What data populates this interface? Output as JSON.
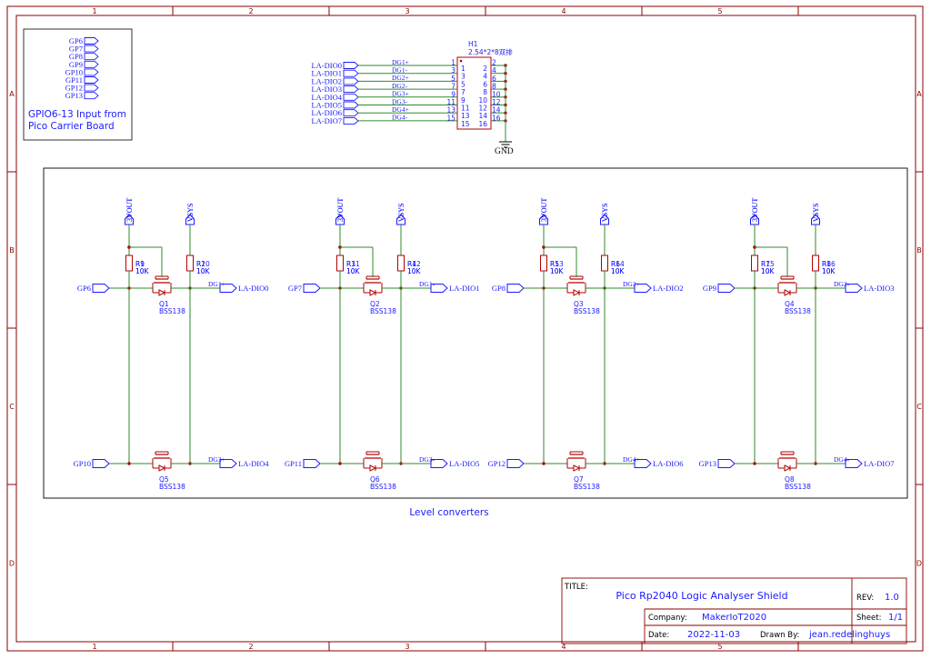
{
  "border": {
    "columns": [
      "1",
      "2",
      "3",
      "4",
      "5"
    ],
    "rows": [
      "A",
      "B",
      "C",
      "D"
    ]
  },
  "input_box": {
    "ports": [
      "GP6",
      "GP7",
      "GP8",
      "GP9",
      "GP10",
      "GP11",
      "GP12",
      "GP13"
    ],
    "note_line1": "GPIO6-13 Input from",
    "note_line2": "Pico Carrier Board"
  },
  "connector": {
    "ref": "H1",
    "value": "2.54*2*8双排",
    "gnd_label": "GND",
    "left_ports": [
      "LA-DIO0",
      "LA-DIO1",
      "LA-DIO2",
      "LA-DIO3",
      "LA-DIO4",
      "LA-DIO5",
      "LA-DIO6",
      "LA-DIO7"
    ],
    "net_labels": [
      "DG1+",
      "DG1-",
      "DG2+",
      "DG2-",
      "DG3+",
      "DG3-",
      "DG4+",
      "DG4-"
    ],
    "odd_pins": [
      "1",
      "3",
      "5",
      "7",
      "9",
      "11",
      "13",
      "15"
    ],
    "inner_left": [
      "1",
      "3",
      "5",
      "7",
      "9",
      "11",
      "13",
      "15"
    ],
    "inner_right": [
      "2",
      "4",
      "6",
      "8",
      "10",
      "12",
      "14",
      "16"
    ],
    "even_pins": [
      "2",
      "4",
      "6",
      "8",
      "10",
      "12",
      "14",
      "16"
    ]
  },
  "level_converters": {
    "title": "Level converters",
    "supply_a": "3VOUT",
    "supply_b": "VSYS",
    "mosfet_value": "BSS138",
    "channels": [
      {
        "gp": "GP6",
        "r1": "R1",
        "r1v": "10K",
        "r2": "R2",
        "r2v": "10K",
        "q": "Q1",
        "dg": "DG1+",
        "out": "LA-DIO0"
      },
      {
        "gp": "GP7",
        "r1": "R3",
        "r1v": "10K",
        "r2": "R4",
        "r2v": "10K",
        "q": "Q2",
        "dg": "DG1-",
        "out": "LA-DIO1"
      },
      {
        "gp": "GP8",
        "r1": "R5",
        "r1v": "10K",
        "r2": "R6",
        "r2v": "10K",
        "q": "Q3",
        "dg": "DG2+",
        "out": "LA-DIO2"
      },
      {
        "gp": "GP9",
        "r1": "R7",
        "r1v": "10K",
        "r2": "R8",
        "r2v": "10K",
        "q": "Q4",
        "dg": "DG2-",
        "out": "LA-DIO3"
      },
      {
        "gp": "GP10",
        "r1": "R9",
        "r1v": "10K",
        "r2": "R10",
        "r2v": "10K",
        "q": "Q5",
        "dg": "DG3+",
        "out": "LA-DIO4"
      },
      {
        "gp": "GP11",
        "r1": "R11",
        "r1v": "10K",
        "r2": "R12",
        "r2v": "10K",
        "q": "Q6",
        "dg": "DG3-",
        "out": "LA-DIO5"
      },
      {
        "gp": "GP12",
        "r1": "R13",
        "r1v": "10K",
        "r2": "R14",
        "r2v": "10K",
        "q": "Q7",
        "dg": "DG4+",
        "out": "LA-DIO6"
      },
      {
        "gp": "GP13",
        "r1": "R15",
        "r1v": "10K",
        "r2": "R16",
        "r2v": "10K",
        "q": "Q8",
        "dg": "DG4-",
        "out": "LA-DIO7"
      }
    ]
  },
  "title_block": {
    "title_caption": "TITLE:",
    "title": "Pico Rp2040 Logic Analyser Shield",
    "rev_caption": "REV:",
    "rev": "1.0",
    "company_caption": "Company:",
    "company": "MakerIoT2020",
    "sheet_caption": "Sheet:",
    "sheet": "1/1",
    "date_caption": "Date:",
    "date": "2022-11-03",
    "drawn_caption": "Drawn By:",
    "drawn_by": "jean.redelinghuys"
  },
  "colors": {
    "frame": "#8b0000",
    "wire": "#2e8b2e",
    "symbol": "#b00000",
    "label": "#1a1aff"
  }
}
